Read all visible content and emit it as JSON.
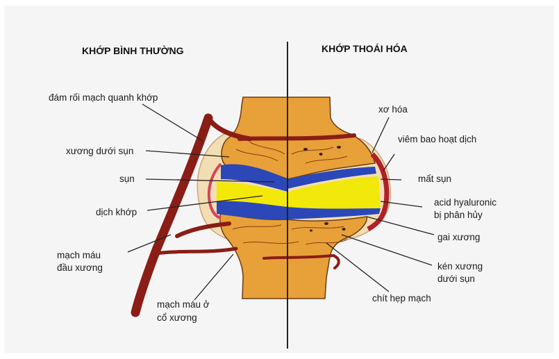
{
  "titles": {
    "left": "KHỚP BÌNH THƯỜNG",
    "right": "KHỚP THOÁI HÓA"
  },
  "labels_left": {
    "dam_roi": "đám rối mạch quanh khớp",
    "xuong_duoi_sun": "xương dưới sụn",
    "sun": "sụn",
    "dich_khop": "dịch khớp",
    "mach_mau_dau_line1": "mạch máu",
    "mach_mau_dau_line2": "đầu xương",
    "mach_mau_co_line1": "mạch máu ở",
    "mach_mau_co_line2": "cổ xương"
  },
  "labels_right": {
    "xo_hoa": "xơ hóa",
    "viem_bao": "viêm bao hoạt dịch",
    "mat_sun": "mất sụn",
    "acid_line1": "acid hyaluronic",
    "acid_line2": "bị phân hủy",
    "gai_xuong": "gai xương",
    "ken_line1": "kén xương",
    "ken_line2": "dưới sụn",
    "chit_hep": "chít hẹp mạch"
  },
  "colors": {
    "bone": "#e8a038",
    "cartilage": "#2b47b8",
    "synovial_fluid": "#f2e80a",
    "vessel": "#8a1d16",
    "capsule": "#f3ddb4",
    "divider": "#222222"
  }
}
